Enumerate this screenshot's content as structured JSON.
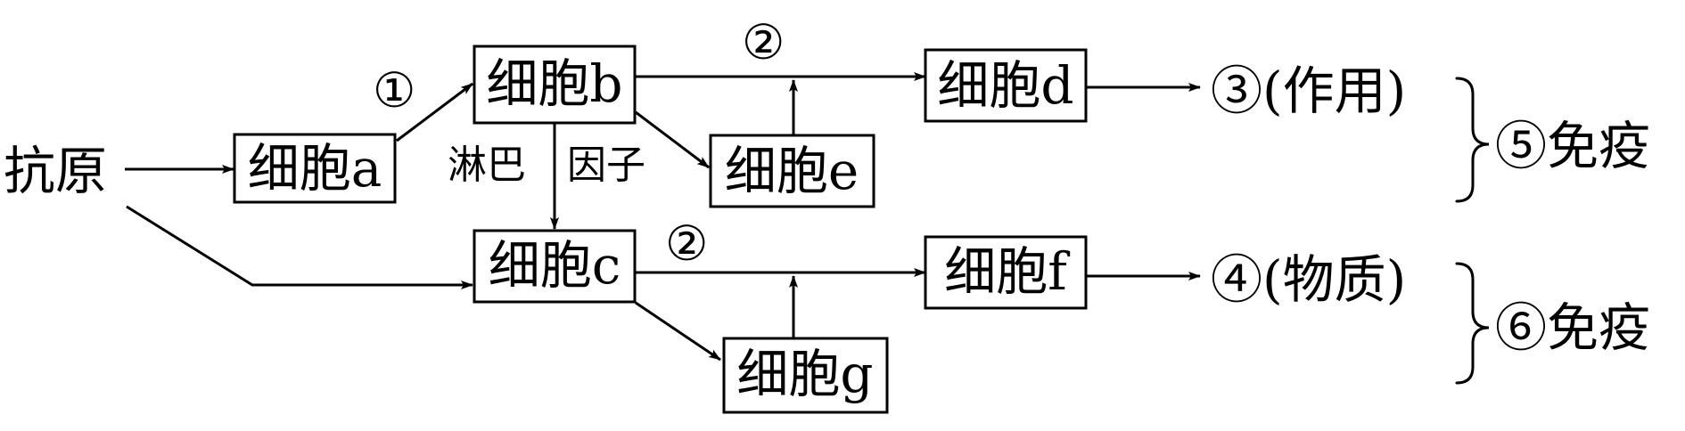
{
  "antigen_label": "抗原",
  "cells": {
    "a": "细胞a",
    "b": "细胞b",
    "c": "细胞c",
    "d": "细胞d",
    "e": "细胞e",
    "f": "细胞f",
    "g": "细胞g"
  },
  "step_labels": {
    "step1": "①",
    "step2_top": "②",
    "step2_bottom": "②"
  },
  "lymphokine_label": {
    "part1": "淋巴",
    "part2": "因子"
  },
  "outputs": {
    "top": "③(作用)",
    "bottom": "④(物质)"
  },
  "immunity": {
    "top": "⑤免疫",
    "bottom": "⑥免疫"
  }
}
